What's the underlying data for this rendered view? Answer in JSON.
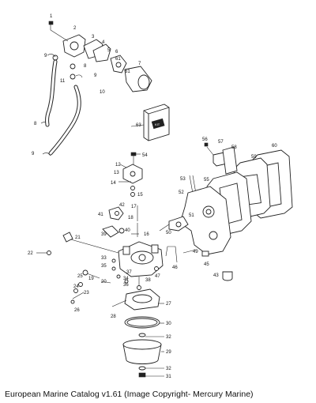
{
  "caption": "European Marine Catalog v1.61 (Image Copyright- Mercury Marine)",
  "kit_label": "KIT",
  "callouts": [
    "1",
    "2",
    "3",
    "4",
    "5",
    "6",
    "7",
    "8",
    "9",
    "9",
    "10",
    "11",
    "8",
    "9",
    "61",
    "61",
    "63",
    "56",
    "57",
    "58",
    "59",
    "60",
    "54",
    "12",
    "13",
    "14",
    "15",
    "53",
    "55",
    "52",
    "17",
    "18",
    "41",
    "42",
    "51",
    "16",
    "39",
    "40",
    "50",
    "49",
    "21",
    "22",
    "33",
    "35",
    "34",
    "37",
    "36",
    "38",
    "25",
    "24",
    "23",
    "19",
    "20",
    "47",
    "46",
    "45",
    "43",
    "26",
    "28",
    "27",
    "30",
    "32",
    "29",
    "32",
    "31"
  ]
}
